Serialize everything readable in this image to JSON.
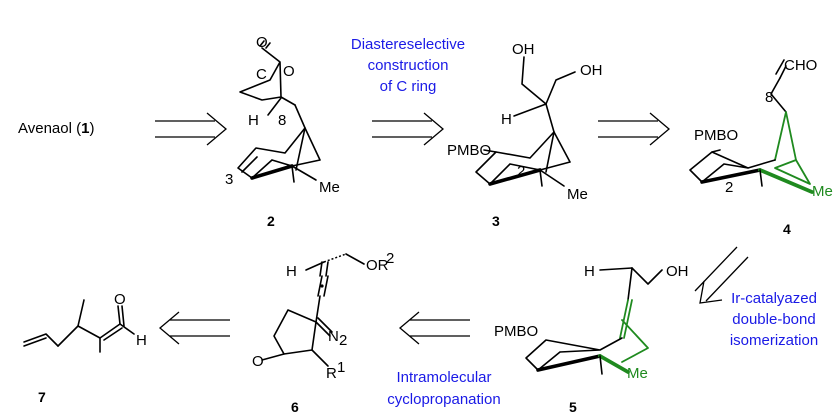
{
  "title": "",
  "start": {
    "text": "Avenaol (",
    "num": "1",
    "close": ")"
  },
  "compounds": [
    {
      "num": "2",
      "labels": [
        "O",
        "O",
        "C",
        "H",
        "8",
        "3",
        "Me"
      ]
    },
    {
      "num": "3",
      "labels": [
        "OH",
        "OH",
        "H",
        "PMBO",
        "2",
        "Me"
      ]
    },
    {
      "num": "4",
      "labels": [
        "CHO",
        "8",
        "PMBO",
        "2",
        "Me"
      ]
    },
    {
      "num": "5",
      "labels": [
        "H",
        "OH",
        "PMBO",
        "Me"
      ]
    },
    {
      "num": "6",
      "labels": [
        "H",
        "OR",
        "2",
        "N",
        "2",
        "O",
        "R",
        "1"
      ]
    },
    {
      "num": "7",
      "labels": [
        "O",
        "H"
      ]
    }
  ],
  "steps": {
    "s2to3": [
      "Diastereselective",
      "construction",
      "of C ring"
    ],
    "s4to5": [
      "Ir-catalyazed",
      "double-bond",
      "isomerization"
    ],
    "s5to6": [
      "Intramolecular",
      "cyclopropanation"
    ]
  }
}
